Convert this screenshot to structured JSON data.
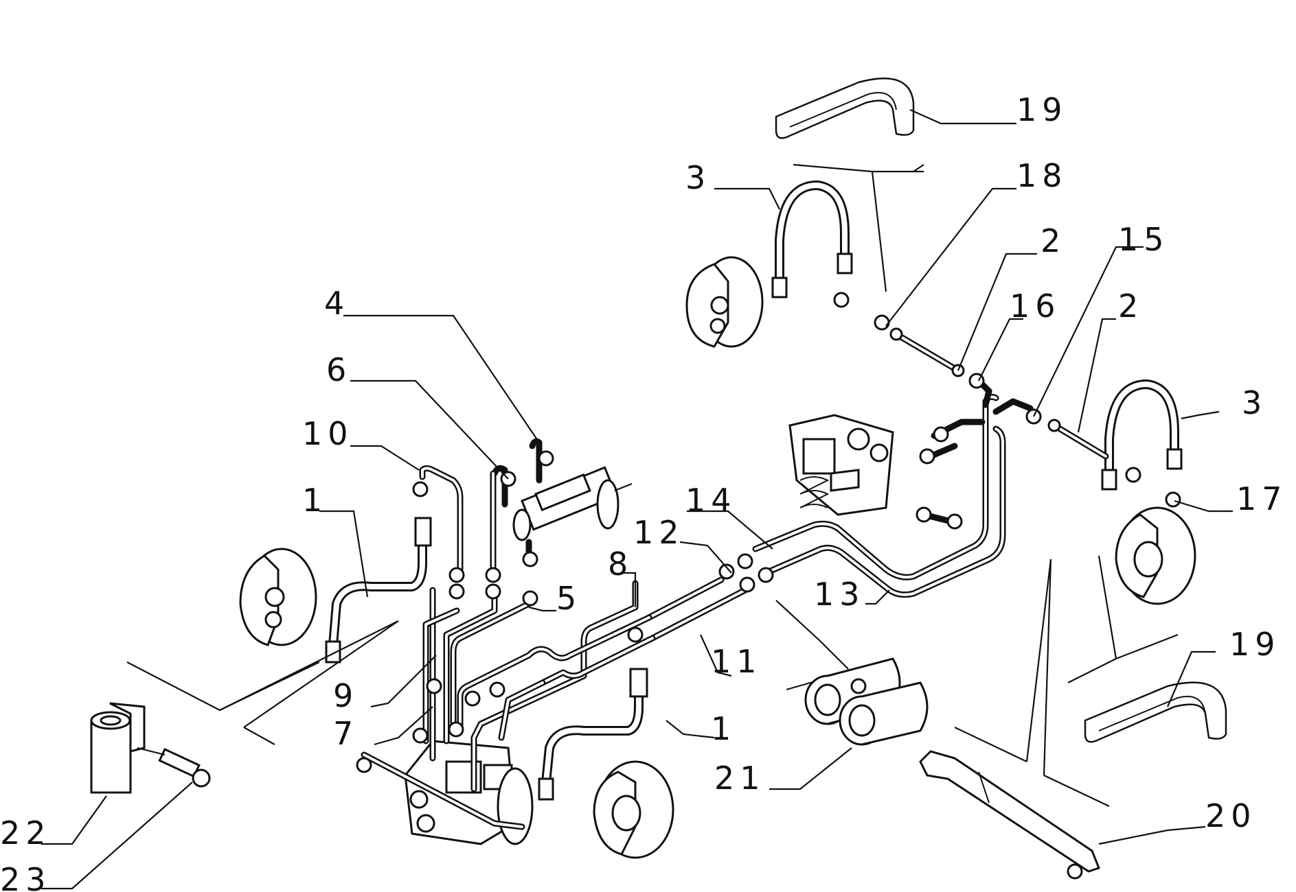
{
  "callouts": {
    "c19_top": "19",
    "c3_top": "3",
    "c18": "18",
    "c2_top": "2",
    "c15": "15",
    "c16": "16",
    "c2_right": "2",
    "c3_right": "3",
    "c17": "17",
    "c4": "4",
    "c6": "6",
    "c10": "10",
    "c1_left": "1",
    "c14": "14",
    "c12": "12",
    "c8": "8",
    "c5": "5",
    "c13": "13",
    "c11": "11",
    "c9": "9",
    "c7": "7",
    "c1_bottom": "1",
    "c19_right": "19",
    "c21": "21",
    "c20": "20",
    "c22": "22",
    "c23": "23"
  },
  "icons": {
    "brake_disc": "brake-disc-icon",
    "master_cylinder": "master-cylinder-icon",
    "abs_modulator": "abs-modulator-icon",
    "pressure_regulator": "pressure-regulator-icon",
    "hose_clip": "hose-clip-icon",
    "junction_union": "junction-union-icon",
    "bracket": "bracket-icon",
    "spacer": "spacer-icon",
    "screw": "screw-icon"
  }
}
